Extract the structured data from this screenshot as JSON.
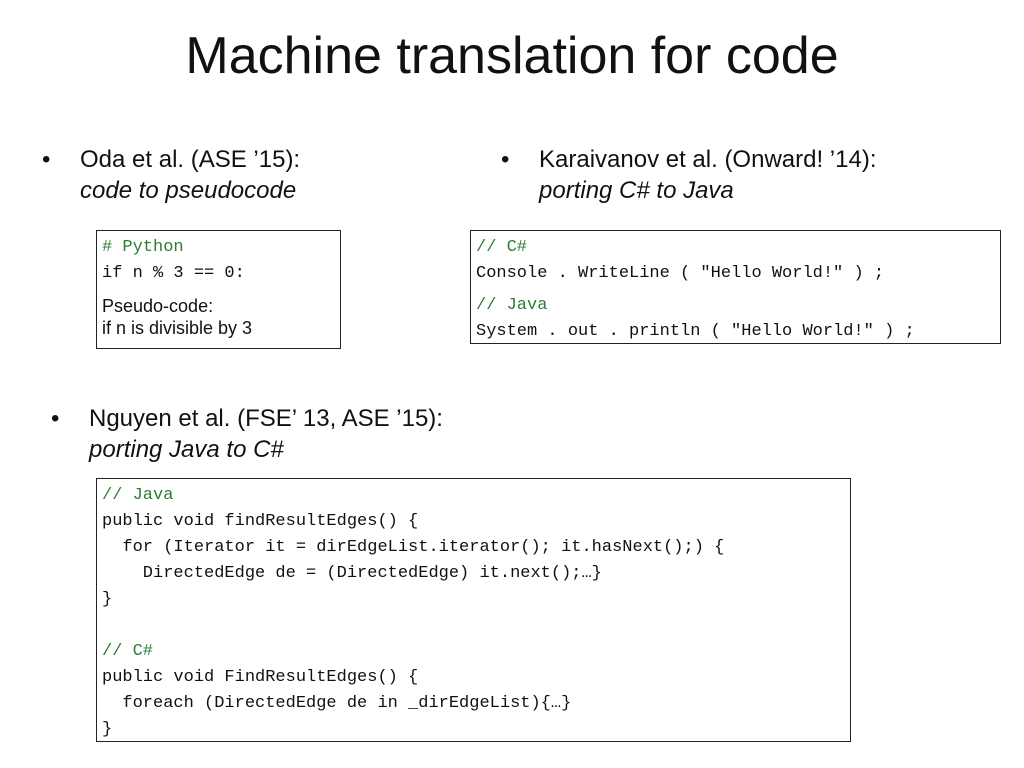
{
  "slide": {
    "title": "Machine translation for code",
    "bullets": [
      {
        "marker": "•",
        "heading": "Oda et al. (ASE ’15):",
        "subheading": "code to pseudocode"
      },
      {
        "marker": "•",
        "heading": "Karaivanov et al. (Onward! ’14):",
        "subheading": "porting C# to Java"
      },
      {
        "marker": "•",
        "heading": "Nguyen et al. (FSE’ 13, ASE ’15):",
        "subheading": "porting Java to C#"
      }
    ],
    "oda_box": {
      "code_lines": [
        "# Python",
        "if n % 3 == 0:"
      ],
      "pseudo_lines": [
        "Pseudo-code:",
        "if n is divisible by 3"
      ]
    },
    "karaivanov_box": {
      "lines": [
        "// C#",
        "Console . WriteLine ( \"Hello World!\" ) ;",
        "// Java",
        "System . out . println ( \"Hello World!\" ) ;"
      ]
    },
    "nguyen_box": {
      "lines": [
        "// Java",
        "public void findResultEdges() {",
        "  for (Iterator it = dirEdgeList.iterator(); it.hasNext();) {",
        "    DirectedEdge de = (DirectedEdge) it.next();…}",
        "}",
        "",
        "// C#",
        "public void FindResultEdges() {",
        "  foreach (DirectedEdge de in _dirEdgeList){…}",
        "}"
      ]
    },
    "colors": {
      "comment": "#2e7d32",
      "text": "#111111",
      "border": "#222222"
    }
  }
}
